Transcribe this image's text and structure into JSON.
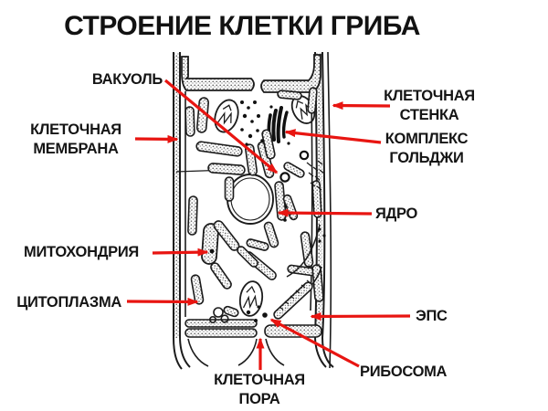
{
  "title": "СТРОЕНИЕ КЛЕТКИ ГРИБА",
  "colors": {
    "background": "#ffffff",
    "text": "#151515",
    "arrow": "#e81511",
    "ink": "#1c1c1c"
  },
  "labels": {
    "vacuole": "ВАКУОЛЬ",
    "cell_membrane": [
      "КЛЕТОЧНАЯ",
      "МЕМБРАНА"
    ],
    "mitochondria": "МИТОХОНДРИЯ",
    "cytoplasm": "ЦИТОПЛАЗМА",
    "cell_wall": [
      "КЛЕТОЧНАЯ",
      "СТЕНКА"
    ],
    "golgi_complex": [
      "КОМПЛЕКС",
      "ГОЛЬДЖИ"
    ],
    "nucleus": "ЯДРО",
    "eps": "ЭПС",
    "ribosome": "РИБОСОМА",
    "cell_pore": [
      "КЛЕТОЧНАЯ",
      "ПОРА"
    ]
  }
}
